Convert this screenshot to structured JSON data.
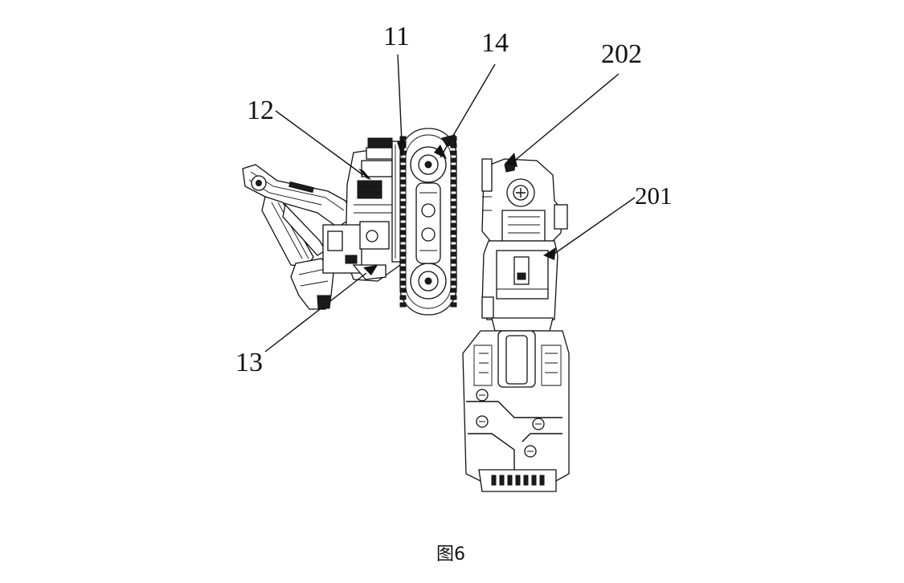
{
  "figure": {
    "caption": "图6",
    "labels": {
      "l11": "11",
      "l12": "12",
      "l13": "13",
      "l14": "14",
      "l201": "201",
      "l202": "202"
    }
  }
}
